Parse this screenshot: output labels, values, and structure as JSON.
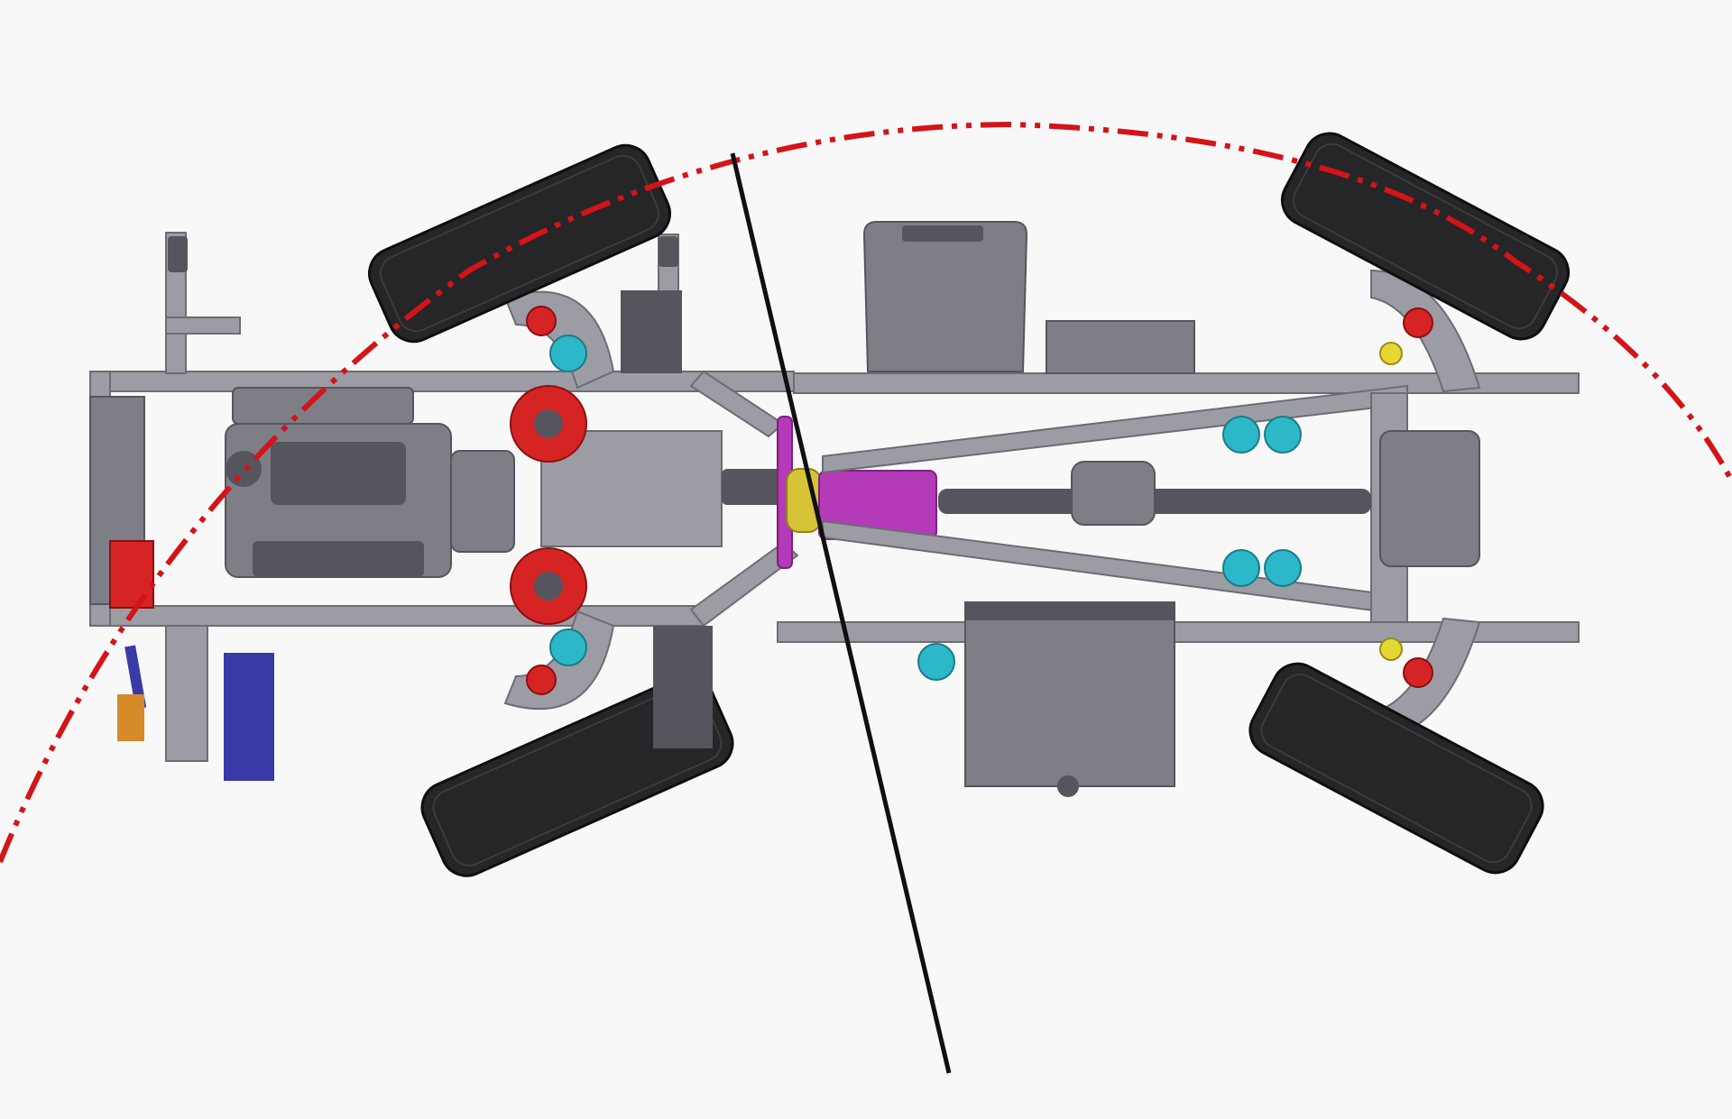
{
  "diagram": {
    "subject": "articulated-chassis-top-view",
    "labels": []
  },
  "colors": {
    "background": "#f8f8f8",
    "frame": "#9c9ca4",
    "frame_dark": "#6c6c74",
    "component": "#7e7e86",
    "component_dark": "#55555d",
    "tire": "#262628",
    "tire_edge": "#0e0e10",
    "turning_arc": "#d41418",
    "articulation_axis": "#101010",
    "joint_ring": "#d6c436",
    "coupling": "#b43ab8",
    "brake_accent": "#d62424",
    "hydraulic_accent": "#2cb8c8",
    "indicator_yellow": "#e6d834",
    "control_blue": "#3a3aa6"
  },
  "icons": [
    "articulation-joint",
    "wheel-hub",
    "hydraulic-accumulator",
    "brake-caliper"
  ]
}
